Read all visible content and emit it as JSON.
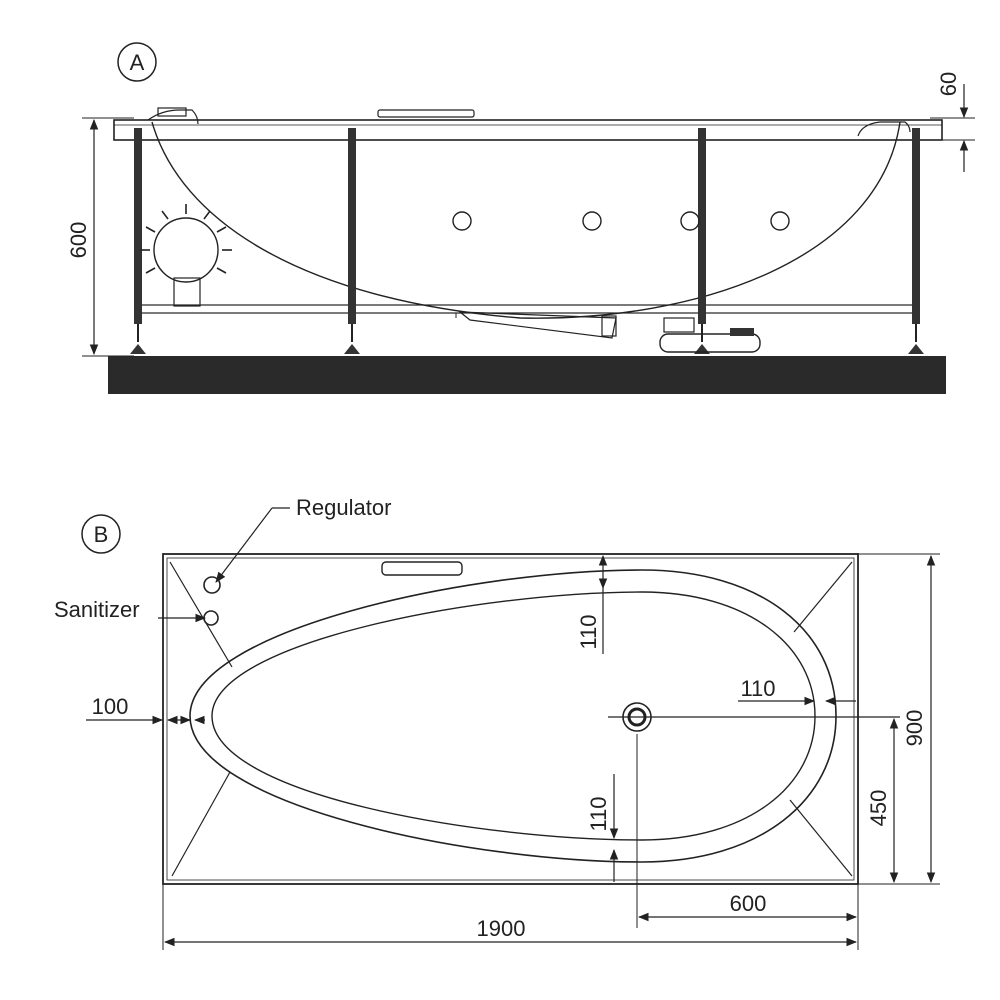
{
  "view_a": {
    "marker": "A",
    "dimensions": {
      "height": "600",
      "rim": "60"
    },
    "jets_count": 4
  },
  "view_b": {
    "marker": "B",
    "labels": {
      "regulator": "Regulator",
      "sanitizer": "Sanitizer"
    },
    "dimensions": {
      "length": "1900",
      "width": "900",
      "half_width": "450",
      "drain_from_end": "600",
      "rim_left": "100",
      "rim_right": "110",
      "rim_top": "110",
      "rim_bottom": "110"
    }
  },
  "colors": {
    "line": "#222222",
    "floor": "#2a2a2a",
    "background": "#ffffff"
  }
}
